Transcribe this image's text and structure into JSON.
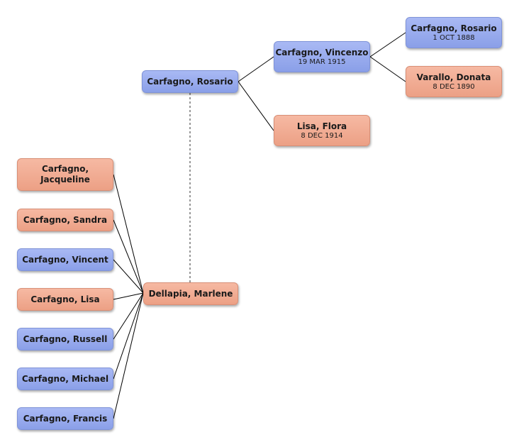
{
  "accent_colors": {
    "male": "#8a9fe8",
    "female": "#eca085",
    "line": "#000000",
    "spouse_link": "#777777"
  },
  "people": {
    "rosario_root": {
      "name": "Carfagno, Rosario",
      "date": ""
    },
    "vincenzo": {
      "name": "Carfagno, Vincenzo",
      "date": "19 MAR 1915"
    },
    "flora": {
      "name": "Lisa, Flora",
      "date": "8 DEC 1914"
    },
    "rosario_sr": {
      "name": "Carfagno, Rosario",
      "date": "1 OCT 1888"
    },
    "donata": {
      "name": "Varallo, Donata",
      "date": "8 DEC 1890"
    },
    "marlene": {
      "name": "Dellapia, Marlene",
      "date": ""
    },
    "jacqueline": {
      "name": "Carfagno,\nJacqueline",
      "date": ""
    },
    "sandra": {
      "name": "Carfagno, Sandra",
      "date": ""
    },
    "vincent": {
      "name": "Carfagno, Vincent",
      "date": ""
    },
    "lisa": {
      "name": "Carfagno, Lisa",
      "date": ""
    },
    "russell": {
      "name": "Carfagno, Russell",
      "date": ""
    },
    "michael": {
      "name": "Carfagno, Michael",
      "date": ""
    },
    "francis": {
      "name": "Carfagno, Francis",
      "date": ""
    }
  }
}
